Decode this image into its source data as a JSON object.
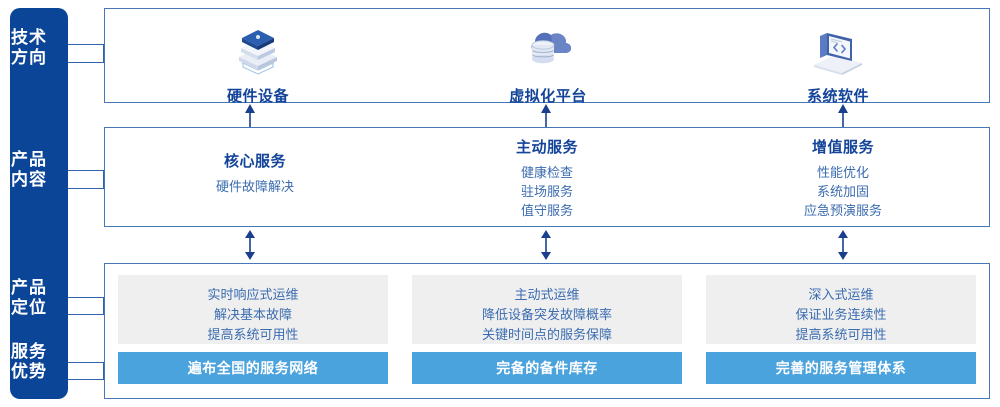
{
  "sidebar": {
    "items": [
      {
        "name": "tech-direction",
        "line1": "技术",
        "line2": "方向"
      },
      {
        "name": "product-content",
        "line1": "产品",
        "line2": "内容"
      },
      {
        "name": "product-position",
        "line1": "产品",
        "line2": "定位"
      },
      {
        "name": "service-advantage",
        "line1": "服务",
        "line2": "优势"
      }
    ]
  },
  "tech_directions": [
    {
      "label": "硬件设备",
      "icon": "server-stack-icon"
    },
    {
      "label": "虚拟化平台",
      "icon": "cloud-database-icon"
    },
    {
      "label": "系统软件",
      "icon": "code-laptop-icon"
    }
  ],
  "product_content": [
    {
      "title": "核心服务",
      "items": [
        "硬件故障解决"
      ]
    },
    {
      "title": "主动服务",
      "items": [
        "健康检查",
        "驻场服务",
        "值守服务"
      ]
    },
    {
      "title": "增值服务",
      "items": [
        "性能优化",
        "系统加固",
        "应急预演服务"
      ]
    }
  ],
  "product_position": [
    {
      "lines": [
        "实时响应式运维",
        "解决基本故障",
        "提高系统可用性"
      ]
    },
    {
      "lines": [
        "主动式运维",
        "降低设备突发故障概率",
        "关键时间点的服务保障"
      ]
    },
    {
      "lines": [
        "深入式运维",
        "保证业务连续性",
        "提高系统可用性"
      ]
    }
  ],
  "service_advantages": [
    {
      "label": "遍布全国的服务网络"
    },
    {
      "label": "完备的备件库存"
    },
    {
      "label": "完善的服务管理体系"
    }
  ],
  "colors": {
    "sidebar_blue": "#0b4598",
    "panel_border": "#4877b8",
    "title_blue": "#13449a",
    "body_blue": "#3b6cb0",
    "gray_box": "#efefef",
    "bar_blue": "#4ba3dd",
    "arrow_blue": "#1b3f8f"
  }
}
